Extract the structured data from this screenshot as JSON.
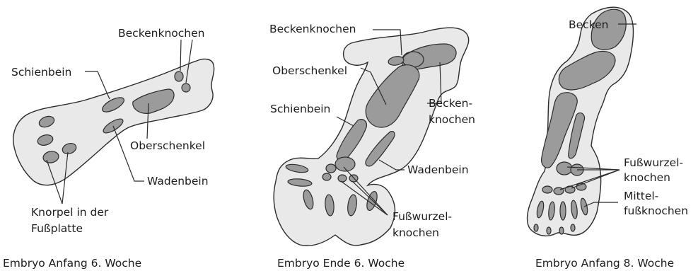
{
  "panels": [
    {
      "caption": "Embryo Anfang 6. Woche",
      "labels": {
        "beckenknochen": "Beckenknochen",
        "schienbein": "Schienbein",
        "oberschenkel": "Oberschenkel",
        "wadenbein": "Wadenbein",
        "knorpel_1": "Knorpel in der",
        "knorpel_2": "Fußplatte"
      }
    },
    {
      "caption": "Embryo Ende 6. Woche",
      "labels": {
        "beckenknochen_top": "Beckenknochen",
        "oberschenkel": "Oberschenkel",
        "schienbein": "Schienbein",
        "becken_1": "Becken-",
        "becken_2": "knochen",
        "wadenbein": "Wadenbein",
        "fuss_1": "Fußwurzel-",
        "fuss_2": "knochen"
      }
    },
    {
      "caption": "Embryo Anfang 8. Woche",
      "labels": {
        "becken": "Becken",
        "fuss_1": "Fußwurzel-",
        "fuss_2": "knochen",
        "mittel_1": "Mittel-",
        "mittel_2": "fußknochen"
      }
    }
  ]
}
